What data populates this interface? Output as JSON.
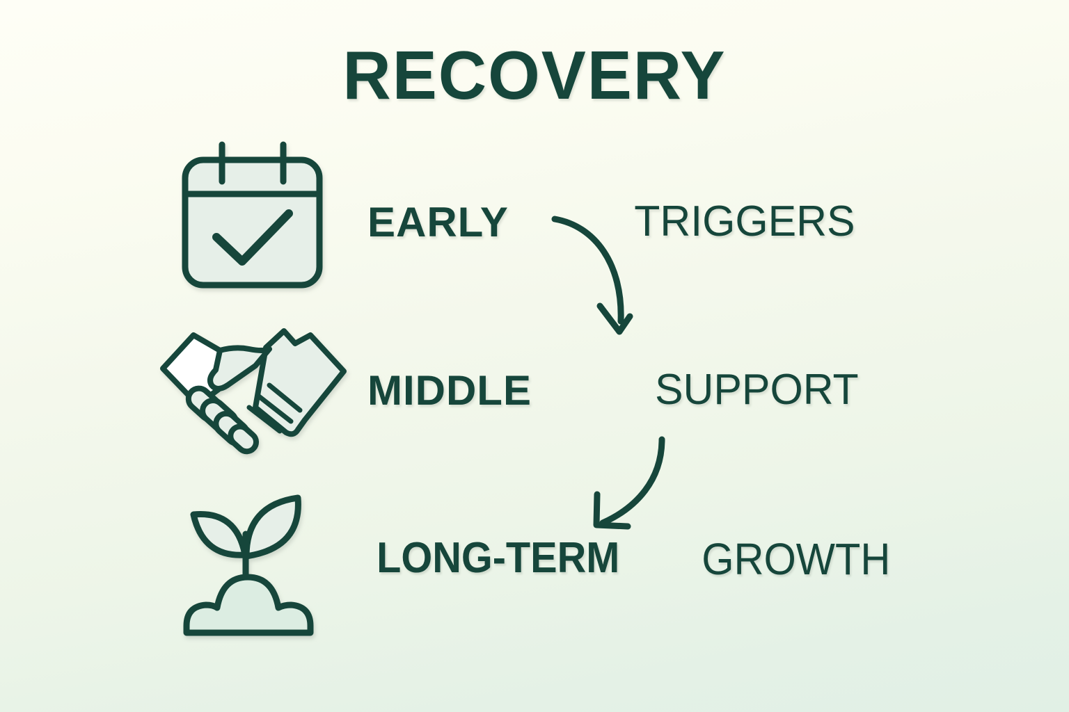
{
  "page": {
    "title": "RECOVERY",
    "background_top_color": "#FDFDF5",
    "background_bottom_color": "#E2F0E5",
    "accent_color": "#16463B",
    "icon_fill_color": "#E6EFE8"
  },
  "stages": [
    {
      "icon": "calendar-check-icon",
      "bold_label": "EARLY",
      "light_label": "TRIGGERS"
    },
    {
      "icon": "handshake-icon",
      "bold_label": "MIDDLE",
      "light_label": "SUPPORT"
    },
    {
      "icon": "sprout-icon",
      "bold_label": "LONG-TERM",
      "light_label": "GROWTH"
    }
  ],
  "connectors": [
    {
      "name": "arrow-early-to-middle",
      "from": "EARLY",
      "to": "MIDDLE",
      "direction": "down-right-curve"
    },
    {
      "name": "arrow-middle-to-long-term",
      "from": "MIDDLE",
      "to": "LONG-TERM",
      "direction": "down-left-curve"
    }
  ]
}
